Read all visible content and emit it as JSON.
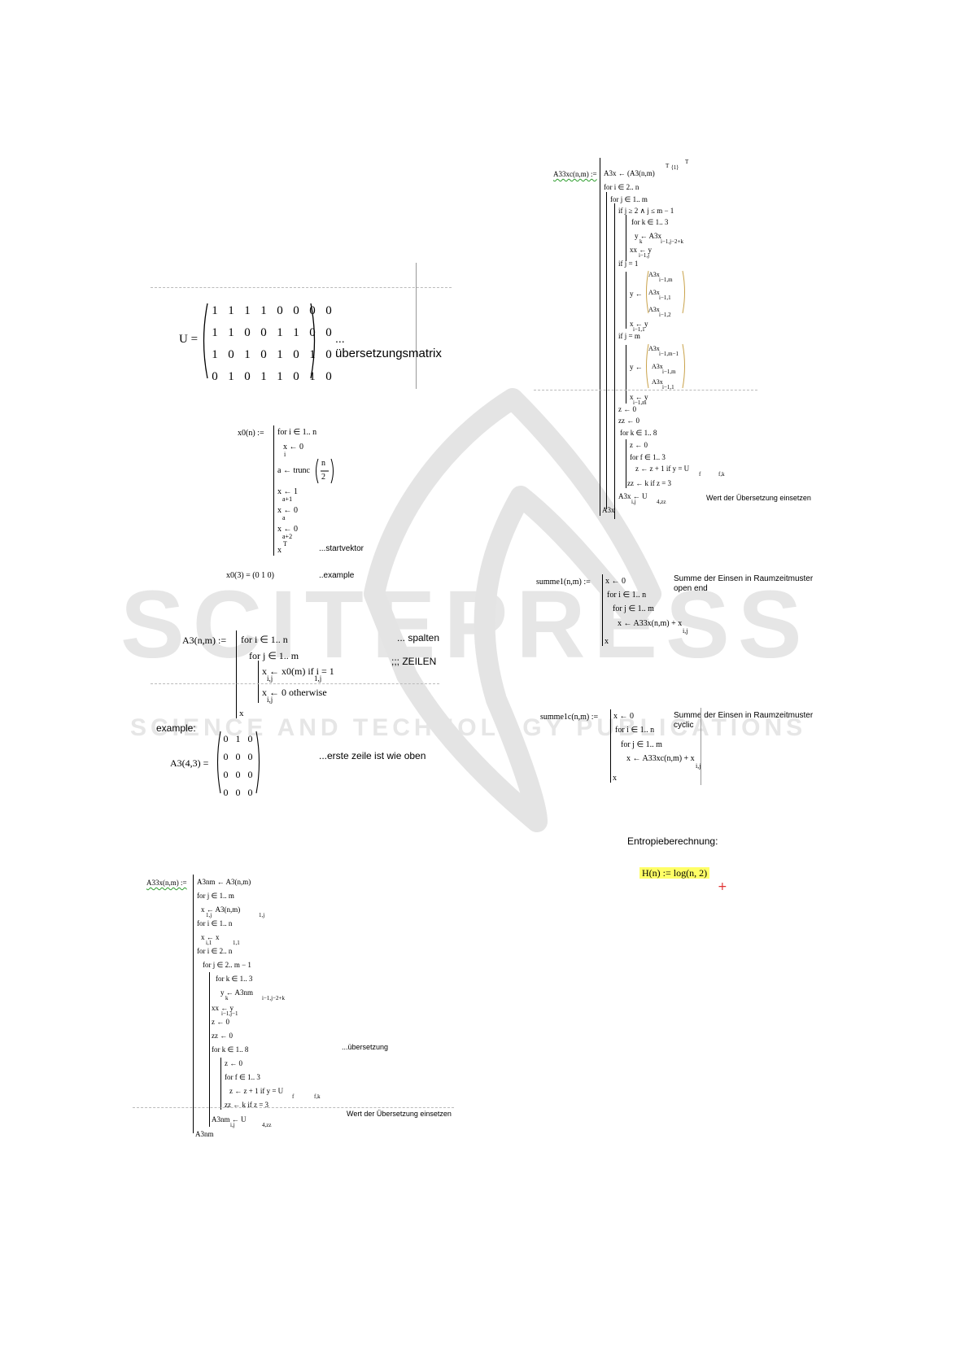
{
  "watermark": {
    "title": "SCITEPRESS",
    "subtitle": "SCIENCE AND TECHNOLOGY PUBLICATIONS"
  },
  "u_matrix": {
    "label": "U =",
    "rows": [
      [
        "1",
        "1",
        "1",
        "1",
        "0",
        "0",
        "0",
        "0"
      ],
      [
        "1",
        "1",
        "0",
        "0",
        "1",
        "1",
        "0",
        "0"
      ],
      [
        "1",
        "0",
        "1",
        "0",
        "1",
        "0",
        "1",
        "0"
      ],
      [
        "0",
        "1",
        "0",
        "1",
        "1",
        "0",
        "1",
        "0"
      ]
    ],
    "comment_dots": "...",
    "comment": "übersetzungsmatrix"
  },
  "x0": {
    "def": "x0(n) :=",
    "lines": [
      "for  i ∈ 1.. n",
      "x  ← 0",
      "a ← trunc",
      "x    ← 1",
      "x  ← 0",
      "x    ← 0",
      "x"
    ],
    "subs": [
      "i",
      "a+1",
      "a",
      "a+2"
    ],
    "frac_num": "n",
    "frac_den": "2",
    "sup_T": "T",
    "comment": "...startvektor",
    "example_eq": "x0(3) = (0  1  0)",
    "example_comment": "..example"
  },
  "a3": {
    "def": "A3(n,m) :=",
    "l1": "for  i ∈ 1.. n",
    "l2": "for  j ∈ 1.. m",
    "l3": "x    ← x0(m)    if  i = 1",
    "l4": "x    ← 0  otherwise",
    "l5": "x",
    "sub_ij": "i,j",
    "sub_1j": "1,j",
    "c1": "... spalten",
    "c2": ";;; ZEILEN",
    "example_label": "example:",
    "example_lhs": "A3(4,3) =",
    "example_rows": [
      [
        "0",
        "1",
        "0"
      ],
      [
        "0",
        "0",
        "0"
      ],
      [
        "0",
        "0",
        "0"
      ],
      [
        "0",
        "0",
        "0"
      ]
    ],
    "example_comment": "...erste zeile ist wie oben"
  },
  "a33x_left": {
    "def": "A33x(n,m) :=",
    "lines": [
      "A3nm ← A3(n,m)",
      "for  j ∈ 1.. m",
      "x    ← A3(n,m)",
      "for  i ∈ 1.. n",
      "x    ← x",
      "for  i ∈ 2.. n",
      "for  j ∈ 2.. m − 1",
      "for  k ∈ 1.. 3",
      "y  ← A3nm",
      "xx         ← y",
      "z ← 0",
      "zz ← 0",
      "for  k ∈ 1.. 8",
      "z ← 0",
      "for  f ∈ 1.. 3",
      "z ← z + 1  if  y  = U",
      "zz ← k  if  z = 3",
      "A3nm     ← U",
      "A3nm"
    ],
    "subs": [
      "1,j",
      "1,j",
      "i,1",
      "1,1",
      "k",
      "i−1,j−2+k",
      "i−1,j−1",
      "f",
      "f,k",
      "i,j",
      "4,zz"
    ],
    "comment1": "...übersetzung",
    "comment2": "Wert der Übersetzung einsetzen"
  },
  "a33xc": {
    "def": "A33xc(n,m) :=",
    "lines": [
      "A3x ← (A3(n,m)",
      "for  i ∈ 2.. n",
      "for  j ∈ 1.. m",
      "if  j ≥ 2 ∧ j ≤ m − 1",
      "for  k ∈ 1.. 3",
      "y  ← A3x",
      "xx       ← y",
      "if  j = 1",
      "y ←",
      "x        ← y",
      "if  j = m",
      "y ←",
      "x        ← y",
      "z ← 0",
      "zz ← 0",
      "for  k ∈ 1.. 8",
      "z ← 0",
      "for  f ∈ 1.. 3",
      "z ← z + 1  if  y  = U",
      "zz ← k  if  z = 3",
      "A3x    ← U",
      "A3x"
    ],
    "supT": "T",
    "sup_paren": "⟨1⟩",
    "subs": [
      "k",
      "i−1,j−2+k",
      "i−1,j",
      "i−1,1",
      "i−1,m",
      "f",
      "f,k",
      "i,j",
      "4,zz"
    ],
    "vec1": [
      "A3x",
      "A3x",
      "A3x"
    ],
    "vec1_subs": [
      "i−1,m",
      "i−1,1",
      "i−1,2"
    ],
    "vec2": [
      "A3x",
      "A3x",
      "A3x"
    ],
    "vec2_subs": [
      "i−1,m−1",
      "i−1,m",
      "i−1,1"
    ],
    "comment": "Wert der Übersetzung einsetzen"
  },
  "summe1": {
    "def": "summe1(n,m) :=",
    "lines": [
      "x ← 0",
      "for  i ∈ 1.. n",
      "for  j ∈ 1.. m",
      "x ← A33x(n,m)     + x",
      "x"
    ],
    "sub": "i,j",
    "comment1": "Summe der Einsen in Raumzeitmuster",
    "comment2": "open end"
  },
  "summe1c": {
    "def": "summe1c(n,m) :=",
    "lines": [
      "x ← 0",
      "for  i ∈ 1.. n",
      "for  j ∈ 1.. m",
      "x ← A33xc(n,m)     + x",
      "x"
    ],
    "sub": "i,j",
    "comment1": "Summe der Einsen in Raumzeitmuster",
    "comment2": "cyclic"
  },
  "entropie": {
    "title": "Entropieberechnung:",
    "def": "H(n) := log(n, 2)",
    "cursor": "+"
  },
  "colors": {
    "highlight": "#ffff66",
    "spell_underline": "#2a9c2a",
    "cursor": "#e03030",
    "watermark": "#e6e6e6"
  }
}
